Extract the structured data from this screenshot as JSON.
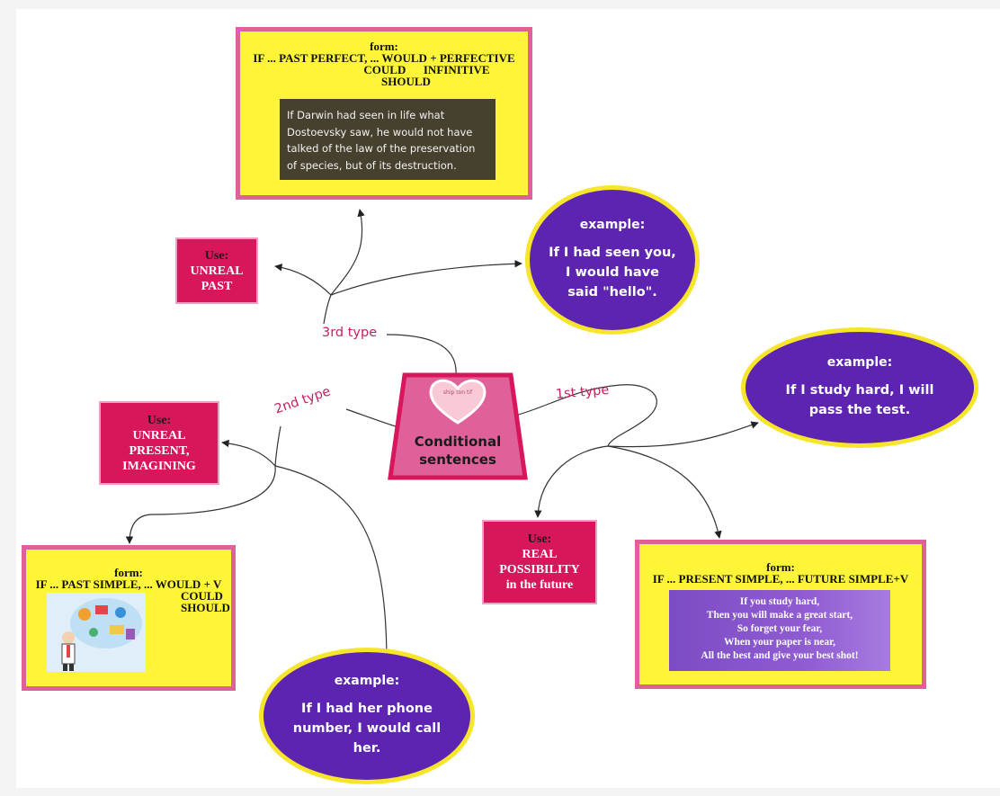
{
  "center": {
    "title_line1": "Conditional",
    "title_line2": "sentences",
    "icon_text": "ship ton tif"
  },
  "labels": {
    "third": "3rd type",
    "second": "2nd type",
    "first": "1st type"
  },
  "third_type": {
    "form": {
      "title": "form:",
      "lines": [
        "IF ... PAST PERFECT, ... WOULD + PERFECTIVE",
        "COULD      INFINITIVE",
        "SHOULD"
      ]
    },
    "quote_image": [
      "If Darwin had seen in life what",
      "Dostoevsky saw, he would not have",
      "talked of the law of the preservation",
      "of species, but of its destruction."
    ],
    "use": {
      "title": "Use:",
      "lines": [
        "UNREAL",
        "PAST"
      ]
    },
    "example": {
      "title": "example:",
      "lines": [
        "If I had seen you,",
        "I would have",
        "said \"hello\"."
      ]
    }
  },
  "second_type": {
    "use": {
      "title": "Use:",
      "lines": [
        "UNREAL",
        "PRESENT,",
        "IMAGINING"
      ]
    },
    "form": {
      "title": "form:",
      "lines": [
        "IF ... PAST SIMPLE, ... WOULD + V",
        "COULD",
        "SHOULD"
      ]
    },
    "example": {
      "title": "example:",
      "lines": [
        "If I had her phone",
        "number, I would call",
        "her."
      ]
    }
  },
  "first_type": {
    "example": {
      "title": "example:",
      "lines": [
        "If I study hard, I will",
        "pass the test."
      ]
    },
    "use": {
      "title": "Use:",
      "lines": [
        "REAL",
        "POSSIBILITY",
        "in the future"
      ]
    },
    "form": {
      "title": "form:",
      "lines": [
        "IF ... PRESENT SIMPLE, ... FUTURE SIMPLE+V"
      ]
    },
    "poem_image": [
      "If you study hard,",
      "Then you will make a great start,",
      "So forget your fear,",
      "When your paper is near,",
      "All the best and give your best shot!"
    ]
  },
  "colors": {
    "form_fill": "#fef538",
    "form_border": "#e0619a",
    "use_fill": "#d8165b",
    "example_fill": "#5c24b0",
    "example_border": "#f6e52a",
    "label": "#c51f63",
    "center_fill": "#e0619a",
    "center_border": "#d8165b"
  }
}
